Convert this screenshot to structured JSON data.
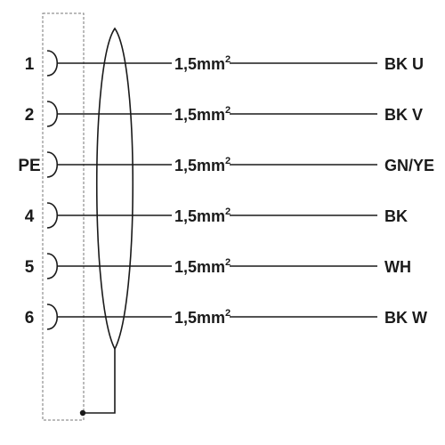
{
  "rows": [
    {
      "pin": "1",
      "section": "1,5mm",
      "unit_sup": "2",
      "color": "BK U"
    },
    {
      "pin": "2",
      "section": "1,5mm",
      "unit_sup": "2",
      "color": "BK V"
    },
    {
      "pin": "PE",
      "section": "1,5mm",
      "unit_sup": "2",
      "color": "GN/YE"
    },
    {
      "pin": "4",
      "section": "1,5mm",
      "unit_sup": "2",
      "color": "BK"
    },
    {
      "pin": "5",
      "section": "1,5mm",
      "unit_sup": "2",
      "color": "WH"
    },
    {
      "pin": "6",
      "section": "1,5mm",
      "unit_sup": "2",
      "color": "BK W"
    }
  ],
  "colors": {
    "ink": "#1a1a1a",
    "housing": "#777777",
    "background": "#ffffff"
  }
}
